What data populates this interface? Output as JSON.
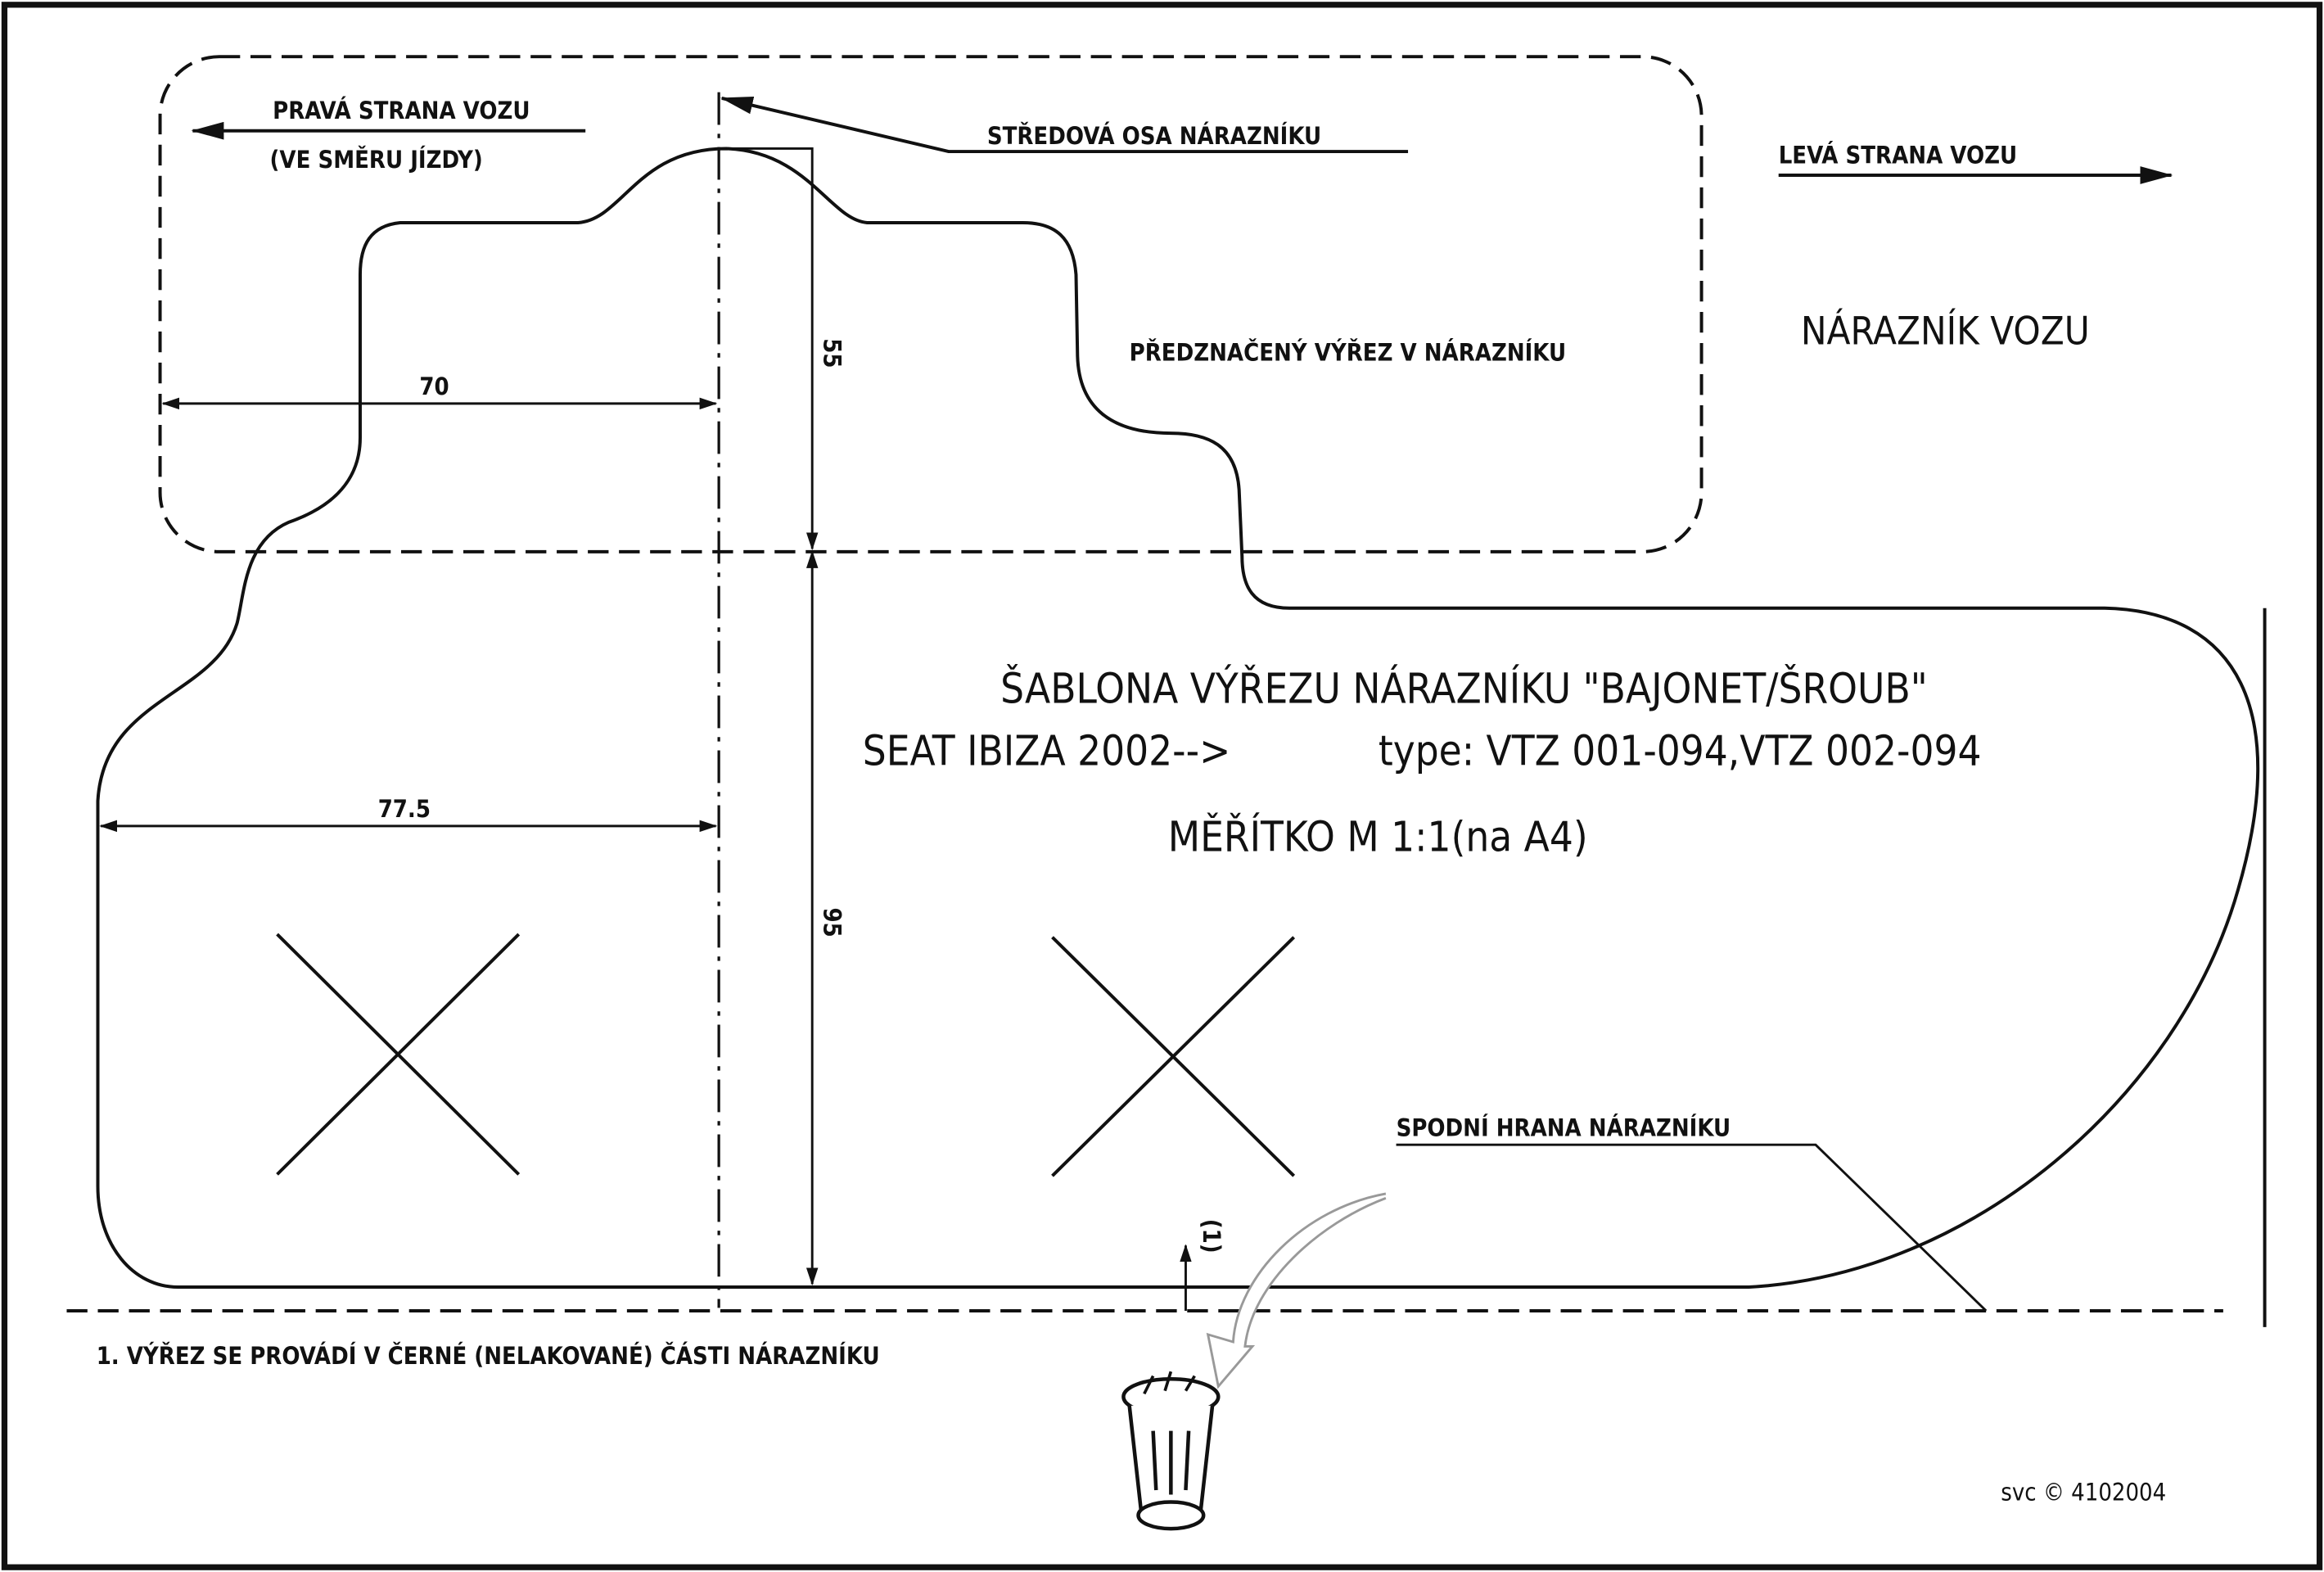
{
  "labels": {
    "right_side": "PRAVÁ STRANA VOZU",
    "right_side_sub": "(VE SMĚRU JÍZDY)",
    "center_axis": "STŘEDOVÁ OSA NÁRAZNÍKU",
    "left_side": "LEVÁ STRANA VOZU",
    "bumper": "NÁRAZNÍK VOZU",
    "premarked_cutout": "PŘEDZNAČENÝ VÝŘEZ V NÁRAZNÍKU",
    "bottom_edge": "SPODNÍ HRANA NÁRAZNÍKU",
    "note_marker": "(1)"
  },
  "title": {
    "line1": "ŠABLONA VÝŘEZU NÁRAZNÍKU \"BAJONET/ŠROUB\"",
    "line2a": "SEAT IBIZA 2002-->",
    "line2b": "type: VTZ 001-094,VTZ 002-094",
    "line3": "MĚŘÍTKO M 1:1(na A4)"
  },
  "dimensions": {
    "upper_width": "70",
    "lower_width": "77.5",
    "upper_height": "55",
    "lower_height": "95"
  },
  "footnote": "1. VÝŘEZ SE PROVÁDÍ V ČERNÉ (NELAKOVANÉ) ČÁSTI NÁRAZNÍKU",
  "copyright": "svc © 4102004",
  "icons": [
    "trash-bin-icon",
    "curved-arrow-icon"
  ]
}
